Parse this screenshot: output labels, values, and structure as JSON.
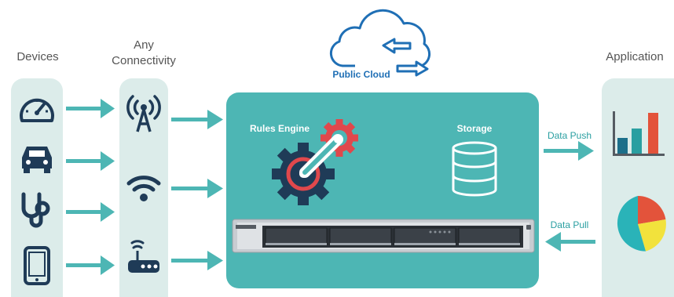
{
  "labels": {
    "devices": "Devices",
    "connectivity": "Any\nConnectivity",
    "application": "Application",
    "public_cloud": "Public Cloud",
    "rules_engine": "Rules Engine",
    "storage": "Storage",
    "data_push": "Data Push",
    "data_pull": "Data Pull"
  },
  "colors": {
    "teal": "#4db6b4",
    "teal_dark": "#2a9fa1",
    "light_bg": "#dcecea",
    "navy": "#1f3b57",
    "cloud_blue": "#1f6fb5",
    "red": "#e0484c",
    "yellow": "#f2e23c",
    "orange": "#e3533b"
  },
  "icons": {
    "devices": [
      "speedometer-icon",
      "car-icon",
      "stethoscope-icon",
      "tablet-icon"
    ],
    "connectivity": [
      "antenna-icon",
      "wifi-icon",
      "router-icon"
    ]
  }
}
